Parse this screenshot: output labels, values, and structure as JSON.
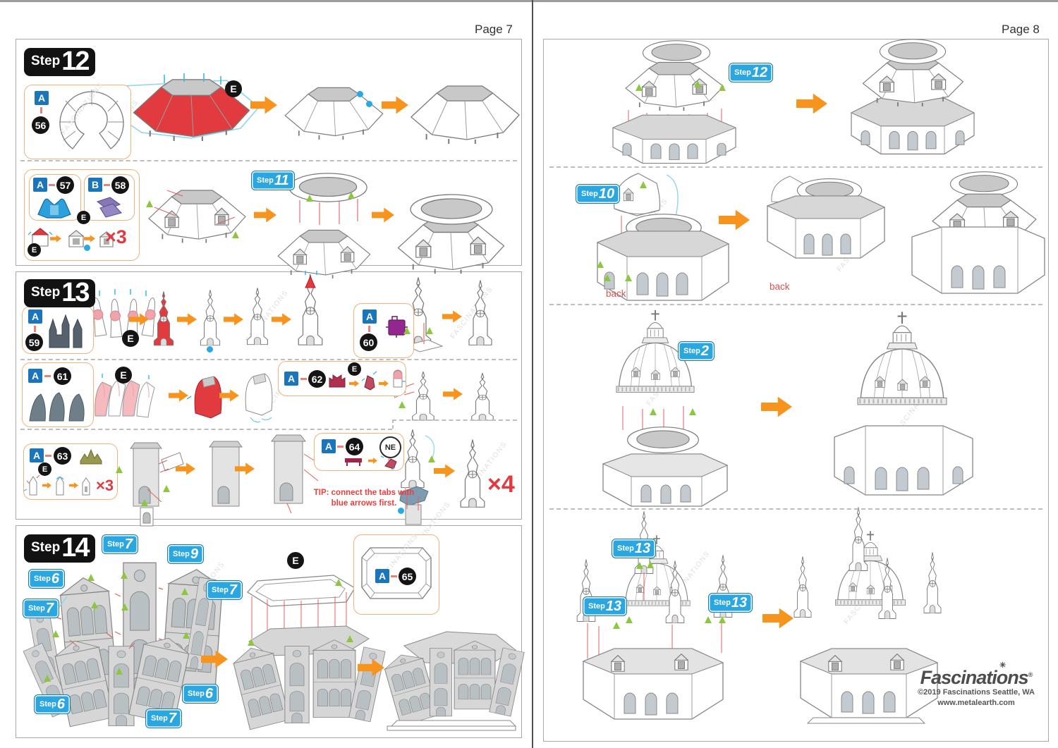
{
  "watermark": "FASCINATIONS",
  "page7": {
    "label": "Page 7",
    "step12": {
      "prefix": "Step",
      "num": "12",
      "part56": {
        "letter": "A",
        "num": "56"
      },
      "part57": {
        "letter": "A",
        "num": "57"
      },
      "part58": {
        "letter": "B",
        "num": "58"
      },
      "e": "E",
      "times3": "×3",
      "ref11": {
        "prefix": "Step",
        "num": "11"
      }
    },
    "step13": {
      "prefix": "Step",
      "num": "13",
      "part59": {
        "letter": "A",
        "num": "59"
      },
      "part60": {
        "letter": "A",
        "num": "60"
      },
      "part61": {
        "letter": "A",
        "num": "61"
      },
      "part62": {
        "letter": "A",
        "num": "62"
      },
      "part63": {
        "letter": "A",
        "num": "63"
      },
      "part64": {
        "letter": "A",
        "num": "64"
      },
      "e": "E",
      "ne": "NE",
      "times3": "×3",
      "times4": "×4",
      "tip1": "TIP: connect the tabs with",
      "tip2": "blue arrows first."
    },
    "step14": {
      "prefix": "Step",
      "num": "14",
      "part65": {
        "letter": "A",
        "num": "65"
      },
      "e": "E",
      "ref7": {
        "prefix": "Step",
        "num": "7"
      },
      "ref9": {
        "prefix": "Step",
        "num": "9"
      },
      "ref6": {
        "prefix": "Step",
        "num": "6"
      }
    }
  },
  "page8": {
    "label": "Page 8",
    "ref12": {
      "prefix": "Step",
      "num": "12"
    },
    "ref10": {
      "prefix": "Step",
      "num": "10"
    },
    "ref2": {
      "prefix": "Step",
      "num": "2"
    },
    "ref13": {
      "prefix": "Step",
      "num": "13"
    },
    "back": "back",
    "footer": {
      "brand": "Fascinations",
      "reg": "®",
      "star": "✳",
      "copyright": "©2019 Fascinations Seattle, WA",
      "website": "www.metalearth.com"
    }
  },
  "colors": {
    "accent_cyan": "#2aa7e0",
    "arrow_orange": "#f7941e",
    "part_red": "#e23b3f",
    "part_pink": "#f2a3a9",
    "part_blue": "#2ba0dc",
    "part_purple": "#8577b8",
    "part_violet": "#93278f",
    "part_slate": "#5d6d79",
    "part_olive": "#98984f",
    "part_crimson": "#a12347",
    "marker_green": "#8dc63f",
    "marker_blue": "#2aa9e0",
    "tag_blue": "#1b75bb"
  }
}
